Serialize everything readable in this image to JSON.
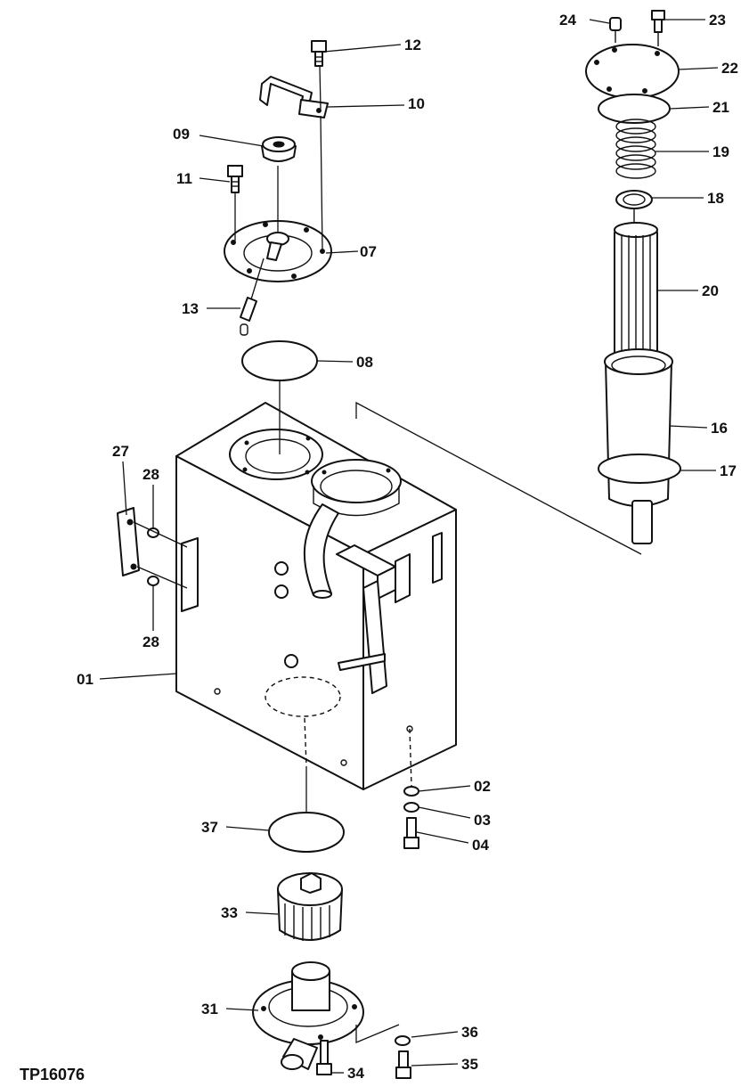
{
  "drawing_id": "TP16076",
  "callouts": {
    "c01": "01",
    "c02": "02",
    "c03": "03",
    "c04": "04",
    "c07": "07",
    "c08": "08",
    "c09": "09",
    "c10": "10",
    "c11": "11",
    "c12": "12",
    "c13": "13",
    "c16": "16",
    "c17": "17",
    "c18": "18",
    "c19": "19",
    "c20": "20",
    "c21": "21",
    "c22": "22",
    "c23": "23",
    "c24": "24",
    "c27": "27",
    "c28a": "28",
    "c28b": "28",
    "c31": "31",
    "c33": "33",
    "c34": "34",
    "c35": "35",
    "c36": "36",
    "c37": "37"
  }
}
